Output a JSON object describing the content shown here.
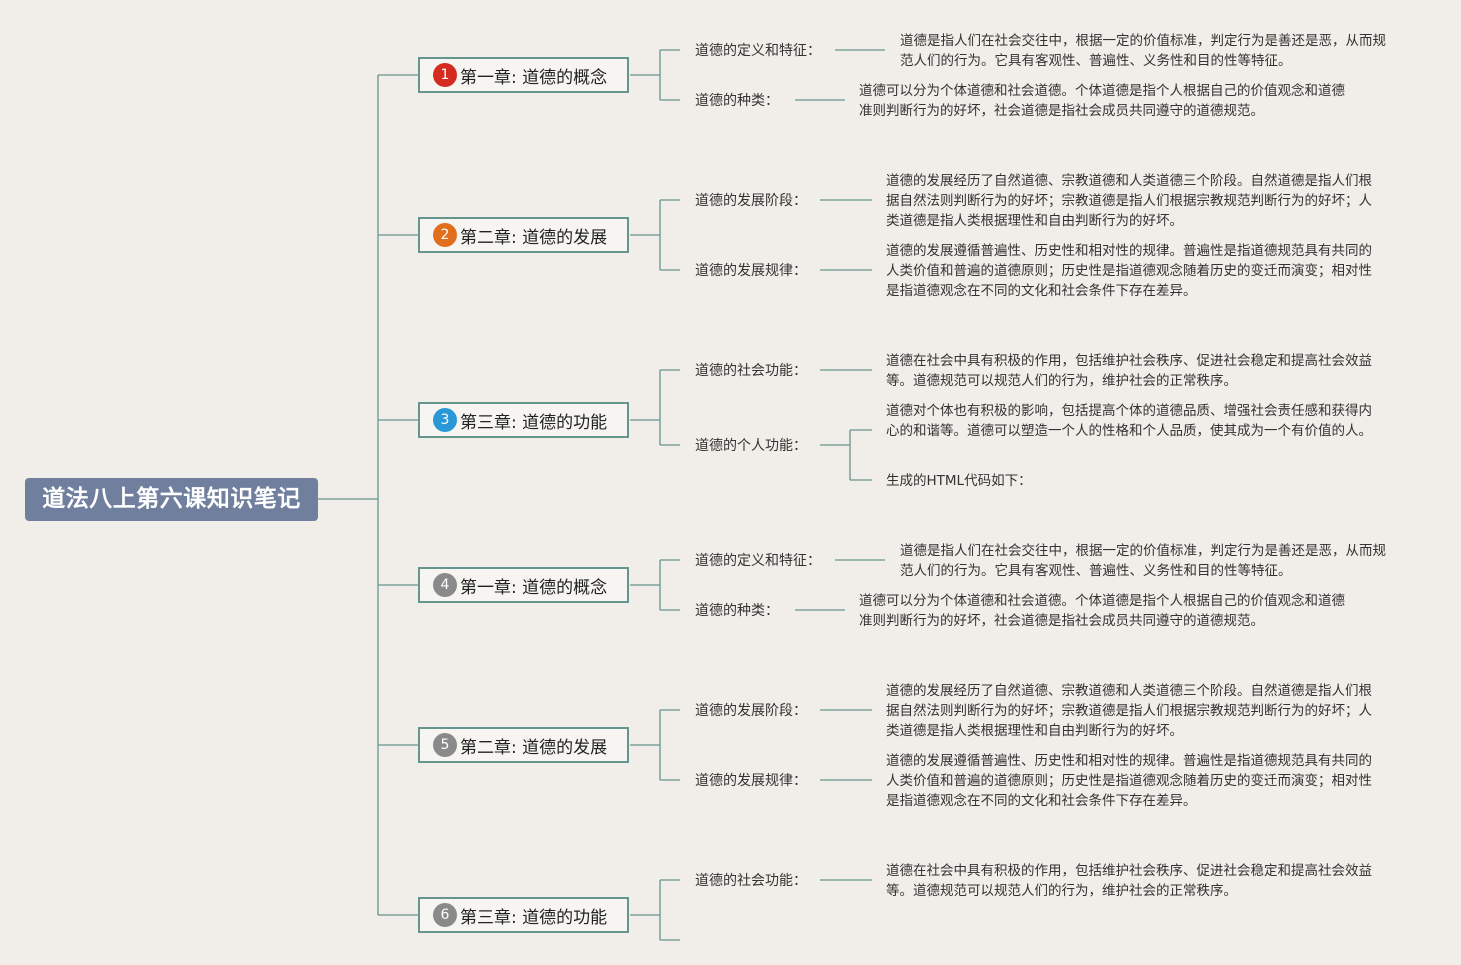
{
  "root": {
    "title": "道法八上第六课知识笔记"
  },
  "colors": {
    "line": "#66958d",
    "root_bg": "#6f7f9d",
    "badges": [
      "#d42a1f",
      "#e06e1c",
      "#2a98d6",
      "#8a8a8a",
      "#8a8a8a",
      "#8a8a8a"
    ]
  },
  "chapters": [
    {
      "num": "1",
      "title": "第一章: 道德的概念",
      "topics": [
        {
          "label": "道德的定义和特征：",
          "details": [
            "道德是指人们在社会交往中，根据一定的价值标准，判定行为是善还是恶，从而规范人们的行为。它具有客观性、普遍性、义务性和目的性等特征。"
          ]
        },
        {
          "label": "道德的种类：",
          "details": [
            "道德可以分为个体道德和社会道德。个体道德是指个人根据自己的价值观念和道德准则判断行为的好坏，社会道德是指社会成员共同遵守的道德规范。"
          ]
        }
      ]
    },
    {
      "num": "2",
      "title": "第二章: 道德的发展",
      "topics": [
        {
          "label": "道德的发展阶段：",
          "details": [
            "道德的发展经历了自然道德、宗教道德和人类道德三个阶段。自然道德是指人们根据自然法则判断行为的好坏；宗教道德是指人们根据宗教规范判断行为的好坏；人类道德是指人类根据理性和自由判断行为的好坏。"
          ]
        },
        {
          "label": "道德的发展规律：",
          "details": [
            "道德的发展遵循普遍性、历史性和相对性的规律。普遍性是指道德规范具有共同的人类价值和普遍的道德原则；历史性是指道德观念随着历史的变迁而演变；相对性是指道德观念在不同的文化和社会条件下存在差异。"
          ]
        }
      ]
    },
    {
      "num": "3",
      "title": "第三章: 道德的功能",
      "topics": [
        {
          "label": "道德的社会功能：",
          "details": [
            "道德在社会中具有积极的作用，包括维护社会秩序、促进社会稳定和提高社会效益等。道德规范可以规范人们的行为，维护社会的正常秩序。"
          ]
        },
        {
          "label": "道德的个人功能：",
          "details": [
            "道德对个体也有积极的影响，包括提高个体的道德品质、增强社会责任感和获得内心的和谐等。道德可以塑造一个人的性格和个人品质，使其成为一个有价值的人。",
            "生成的HTML代码如下："
          ]
        }
      ]
    },
    {
      "num": "4",
      "title": "第一章: 道德的概念",
      "topics": [
        {
          "label": "道德的定义和特征：",
          "details": [
            "道德是指人们在社会交往中，根据一定的价值标准，判定行为是善还是恶，从而规范人们的行为。它具有客观性、普遍性、义务性和目的性等特征。"
          ]
        },
        {
          "label": "道德的种类：",
          "details": [
            "道德可以分为个体道德和社会道德。个体道德是指个人根据自己的价值观念和道德准则判断行为的好坏，社会道德是指社会成员共同遵守的道德规范。"
          ]
        }
      ]
    },
    {
      "num": "5",
      "title": "第二章: 道德的发展",
      "topics": [
        {
          "label": "道德的发展阶段：",
          "details": [
            "道德的发展经历了自然道德、宗教道德和人类道德三个阶段。自然道德是指人们根据自然法则判断行为的好坏；宗教道德是指人们根据宗教规范判断行为的好坏；人类道德是指人类根据理性和自由判断行为的好坏。"
          ]
        },
        {
          "label": "道德的发展规律：",
          "details": [
            "道德的发展遵循普遍性、历史性和相对性的规律。普遍性是指道德规范具有共同的人类价值和普遍的道德原则；历史性是指道德观念随着历史的变迁而演变；相对性是指道德观念在不同的文化和社会条件下存在差异。"
          ]
        }
      ]
    },
    {
      "num": "6",
      "title": "第三章: 道德的功能",
      "topics": [
        {
          "label": "道德的社会功能：",
          "details": [
            "道德在社会中具有积极的作用，包括维护社会秩序、促进社会稳定和提高社会效益等。道德规范可以规范人们的行为，维护社会的正常秩序。"
          ]
        }
      ]
    }
  ]
}
